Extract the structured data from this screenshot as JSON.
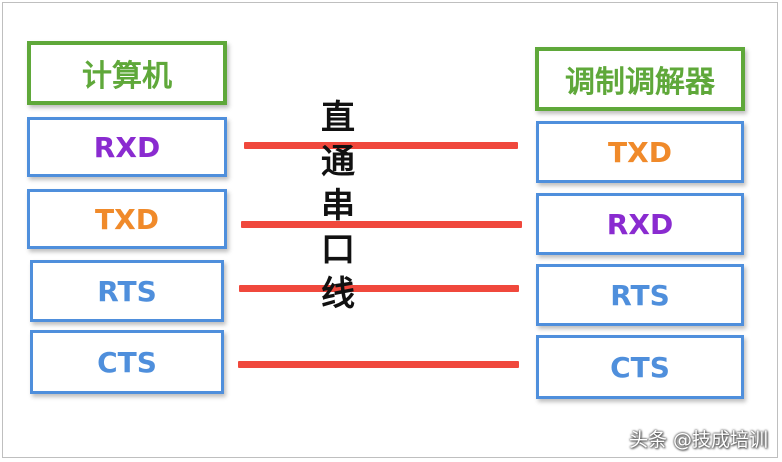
{
  "left": {
    "title": "计算机",
    "signals": [
      {
        "label": "RXD",
        "color": "#8a2bd0"
      },
      {
        "label": "TXD",
        "color": "#f08a2a"
      },
      {
        "label": "RTS",
        "color": "#4f8fdc"
      },
      {
        "label": "CTS",
        "color": "#4f8fdc"
      }
    ]
  },
  "right": {
    "title": "调制调解器",
    "signals": [
      {
        "label": "TXD",
        "color": "#f08a2a"
      },
      {
        "label": "RXD",
        "color": "#8a2bd0"
      },
      {
        "label": "RTS",
        "color": "#4f8fdc"
      },
      {
        "label": "CTS",
        "color": "#4f8fdc"
      }
    ]
  },
  "cable_label": [
    "直",
    "通",
    "串",
    "口",
    "线"
  ],
  "watermark": "头条 @技成培训",
  "colors": {
    "header_border": "#5fa83a",
    "signal_border": "#4f8fdc",
    "wire": "#f0483c"
  }
}
